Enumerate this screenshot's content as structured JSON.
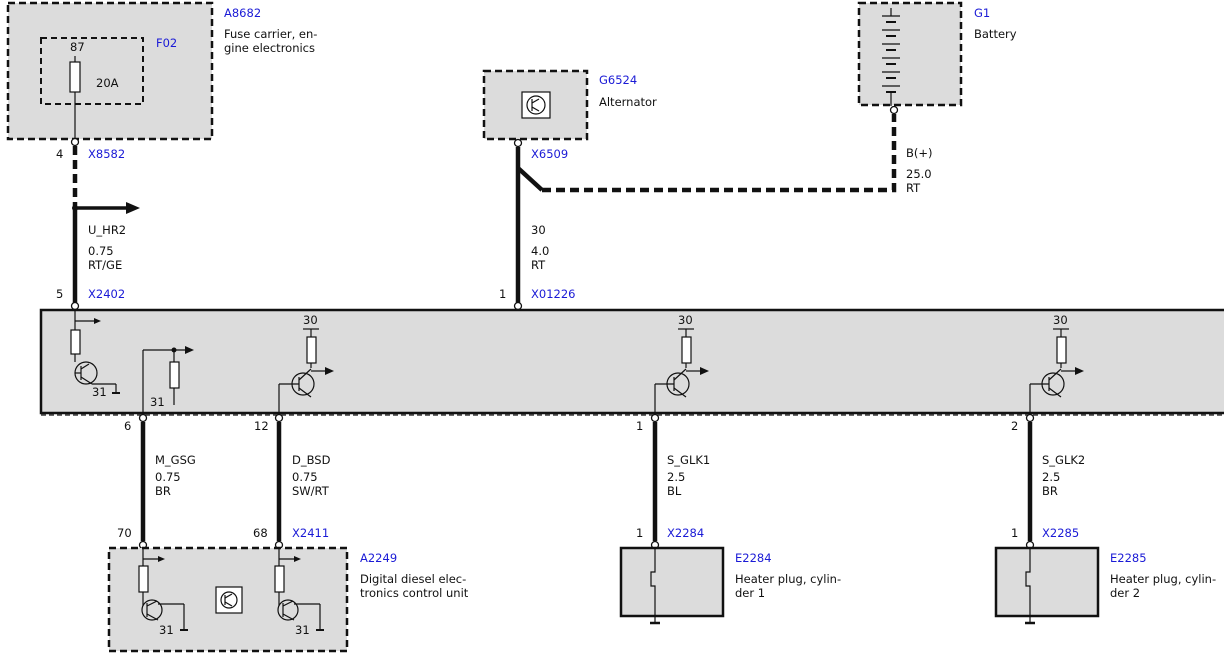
{
  "components": {
    "a8682": {
      "id": "A8682",
      "desc1": "Fuse carrier, en-",
      "desc2": "gine electronics"
    },
    "f02": {
      "id": "F02",
      "pin": "87",
      "rating": "20A"
    },
    "g6524": {
      "id": "G6524",
      "desc": "Alternator"
    },
    "g1": {
      "id": "G1",
      "desc": "Battery"
    },
    "a2249": {
      "id": "A2249",
      "desc1": "Digital diesel elec-",
      "desc2": "tronics control unit"
    },
    "e2284": {
      "id": "E2284",
      "desc1": "Heater plug, cylin-",
      "desc2": "der 1"
    },
    "e2285": {
      "id": "E2285",
      "desc1": "Heater plug, cylin-",
      "desc2": "der 2"
    }
  },
  "connectors": {
    "x8582": {
      "id": "X8582",
      "pin": "4"
    },
    "x6509": {
      "id": "X6509"
    },
    "x2402": {
      "id": "X2402",
      "pin": "5"
    },
    "x01226": {
      "id": "X01226",
      "pin": "1"
    },
    "x2411": {
      "id": "X2411",
      "pin_left": "70",
      "pin_right": "68"
    },
    "x2284": {
      "id": "X2284",
      "pin": "1"
    },
    "x2285": {
      "id": "X2285",
      "pin": "1"
    }
  },
  "wires": {
    "u_hr2": {
      "signal": "U_HR2",
      "size": "0.75",
      "color": "RT/GE"
    },
    "w30": {
      "signal": "30",
      "size": "4.0",
      "color": "RT"
    },
    "bplus": {
      "signal": "B(+)",
      "size": "25.0",
      "color": "RT"
    },
    "m_gsg": {
      "signal": "M_GSG",
      "size": "0.75",
      "color": "BR"
    },
    "d_bsd": {
      "signal": "D_BSD",
      "size": "0.75",
      "color": "SW/RT"
    },
    "s_glk1": {
      "signal": "S_GLK1",
      "size": "2.5",
      "color": "BL"
    },
    "s_glk2": {
      "signal": "S_GLK2",
      "size": "2.5",
      "color": "BR"
    }
  },
  "module_pins": {
    "p6": "6",
    "p12": "12",
    "p1": "1",
    "p2": "2"
  },
  "internal": {
    "term30": "30",
    "term31": "31"
  }
}
